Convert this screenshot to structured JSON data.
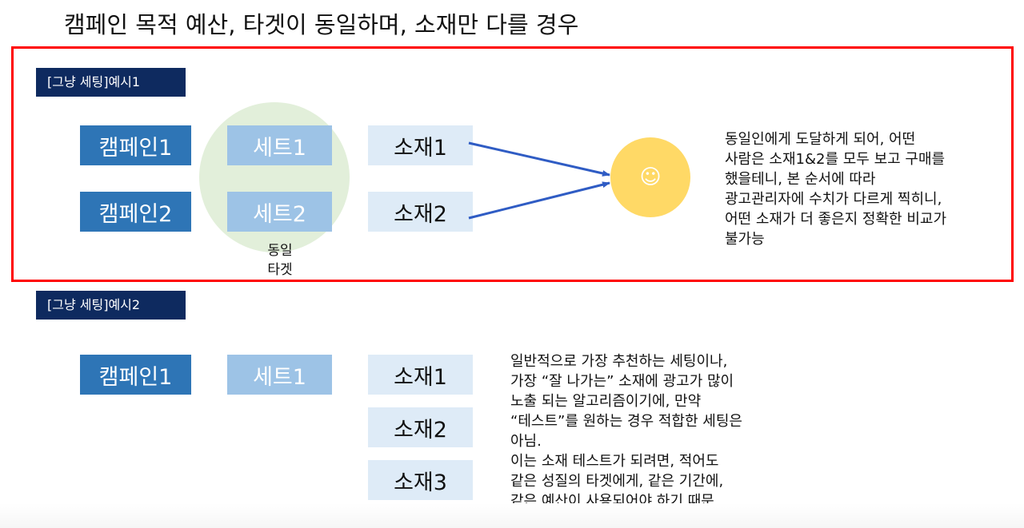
{
  "title": "캠페인 목적 예산, 타겟이 동일하며, 소재만 다를 경우",
  "example1": {
    "tag": "[그냥 세팅]예시1",
    "campaigns": [
      "캠페인1",
      "캠페인2"
    ],
    "sets": [
      "세트1",
      "세트2"
    ],
    "creatives": [
      "소재1",
      "소재2"
    ],
    "target_line1": "동일",
    "target_line2": "타겟",
    "face_icon": "☺",
    "description": "동일인에게 도달하게 되어, 어떤\n사람은 소재1&2를 모두 보고 구매를\n했을테니, 본 순서에 따라\n광고관리자에 수치가 다르게 찍히니,\n어떤 소재가 더 좋은지 정확한 비교가\n불가능"
  },
  "example2": {
    "tag": "[그냥 세팅]예시2",
    "campaign": "캠페인1",
    "set": "세트1",
    "creatives": [
      "소재1",
      "소재2",
      "소재3"
    ],
    "description": "일반적으로 가장 추천하는 세팅이나,\n가장 “잘 나가는” 소재에 광고가 많이\n노출 되는 알고리즘이기에, 만약\n“테스트”를 원하는 경우 적합한 세팅은\n아님.\n이는 소재 테스트가 되려면, 적어도\n같은 성질의 타겟에게, 같은 기간에,\n같은 예산이 사용되어야 하기 때문"
  },
  "colors": {
    "frame": "#ff0000",
    "tag_bg": "#0e2a5f",
    "campaign_bg": "#2e75b6",
    "set_bg": "#9dc3e6",
    "creative_bg": "#deebf7",
    "target_circle": "#e2efda",
    "person_circle": "#ffd966",
    "arrow": "#2f5cc4"
  }
}
